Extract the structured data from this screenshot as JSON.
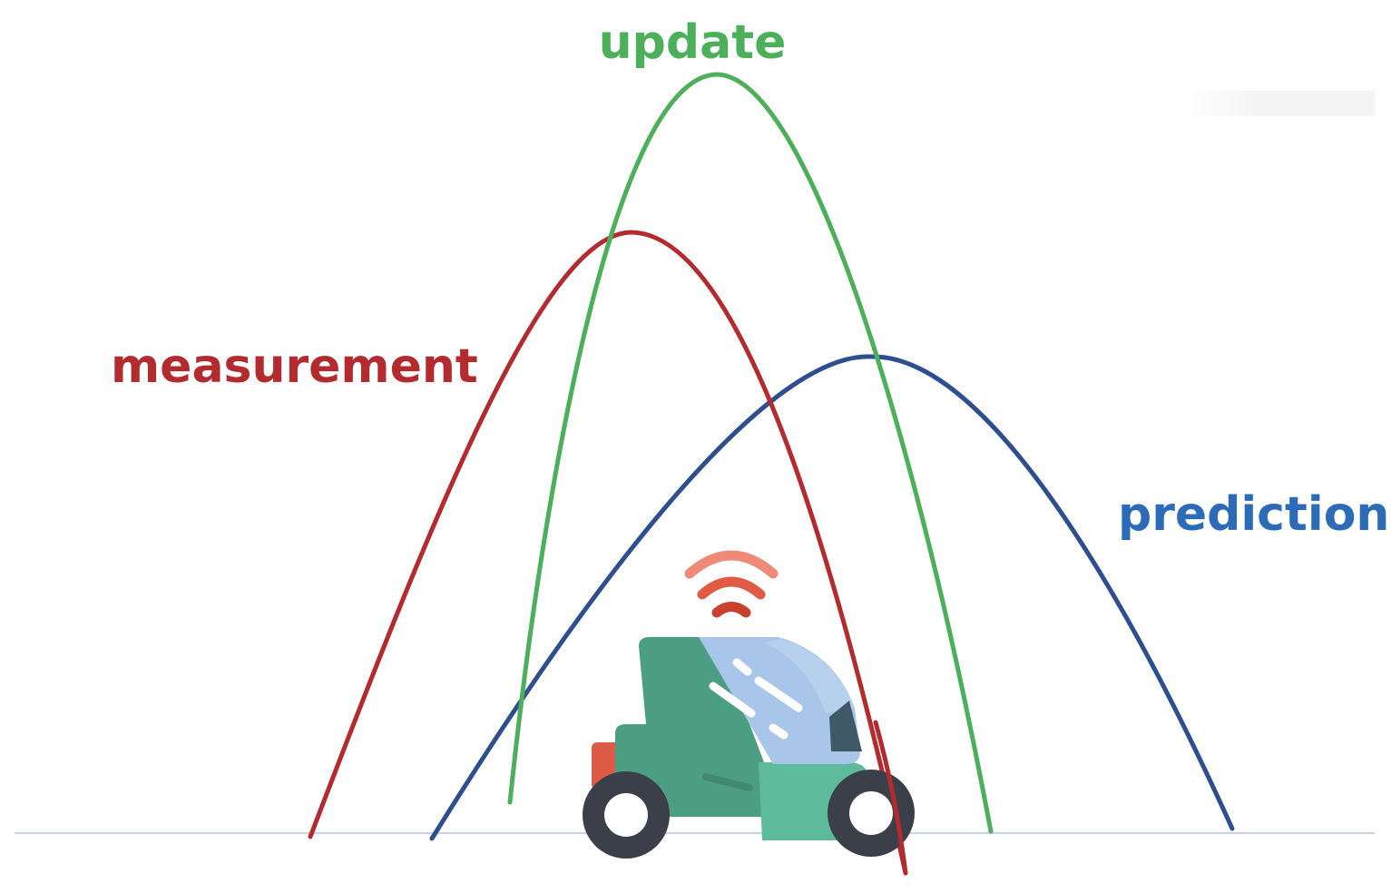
{
  "labels": {
    "update": "update",
    "measurement": "measurement",
    "prediction": "prediction"
  },
  "colors": {
    "update": "#4caf5a",
    "measurement": "#b32b2f",
    "prediction": "#2e4f8f",
    "prediction_label": "#2c6bb8",
    "axis": "#c8d3e6"
  },
  "icons": {
    "vehicle": "autonomous-car-icon",
    "signal": "wifi-signal-icon"
  }
}
